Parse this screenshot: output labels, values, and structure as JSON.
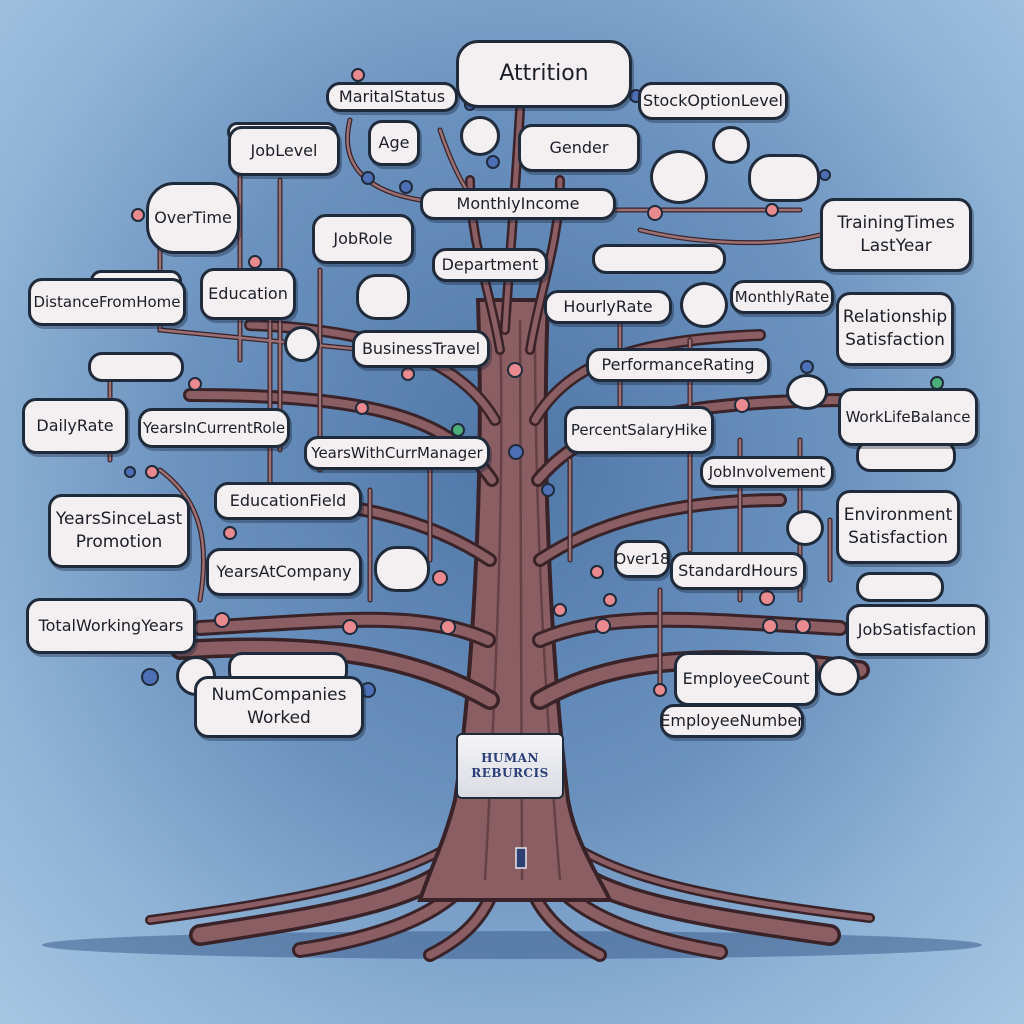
{
  "nodes": {
    "attrition": "Attrition",
    "marital_status": "MaritalStatus",
    "stock_option_level": "StockOptionLevel",
    "age": "Age",
    "gender": "Gender",
    "job_level": "JobLevel",
    "monthly_income": "MonthlyIncome",
    "over_time": "OverTime",
    "job_role": "JobRole",
    "department": "Department",
    "training_times_last_year": [
      "TrainingTimes",
      "LastYear"
    ],
    "distance_from_home": "DistanceFromHome",
    "education": "Education",
    "hourly_rate": "HourlyRate",
    "monthly_rate": "MonthlyRate",
    "relationship_satisfaction": [
      "Relationship",
      "Satisfaction"
    ],
    "business_travel": "BusinessTravel",
    "performance_rating": "PerformanceRating",
    "daily_rate": "DailyRate",
    "years_in_current_role": "YearsInCurrentRole",
    "years_with_curr_manager": "YearsWithCurrManager",
    "percent_salary_hike": "PercentSalaryHike",
    "work_life_balance": "WorkLifeBalance",
    "job_involvement": "JobInvolvement",
    "years_since_last_promotion": [
      "YearsSinceLast",
      "Promotion"
    ],
    "education_field": "EducationField",
    "environment_satisfaction": [
      "Environment",
      "Satisfaction"
    ],
    "over18": "Over18",
    "standard_hours": "StandardHours",
    "years_at_company": "YearsAtCompany",
    "total_working_years": "TotalWorkingYears",
    "job_satisfaction": "JobSatisfaction",
    "num_companies_worked": [
      "NumCompanies",
      "Worked"
    ],
    "employee_count": "EmployeeCount",
    "employee_number": "EmployeeNumber"
  },
  "trunk_band": [
    "HUMAN",
    "REBURCIS"
  ],
  "colors": {
    "background": "#6b92bf",
    "trunk": "#8a5e63",
    "trunk_dark": "#3a2328",
    "label_fill": "#f4eff0",
    "label_border": "#1f2a3a",
    "node_pink": "#e98a8f",
    "node_blue": "#4c6fb5"
  }
}
